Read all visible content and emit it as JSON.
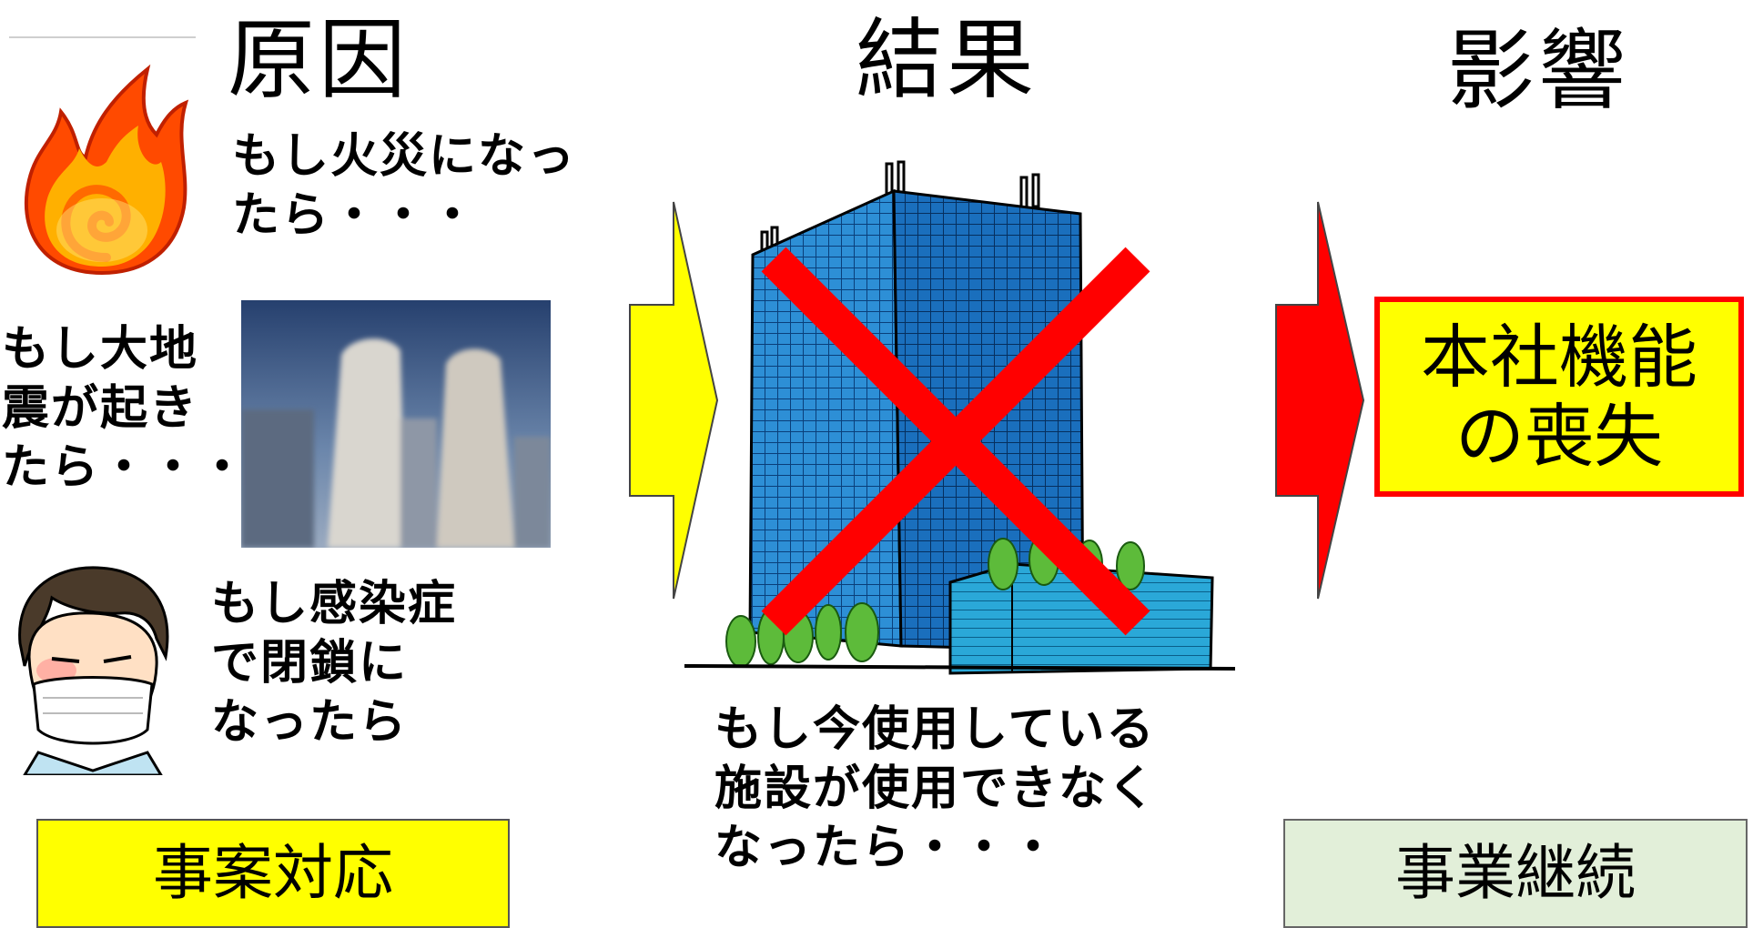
{
  "headings": {
    "cause": "原因",
    "result": "結果",
    "impact": "影響"
  },
  "causes": {
    "fire": [
      "もし火災になっ",
      "たら・・・"
    ],
    "earthquake": [
      "もし大地",
      "震が起き",
      "たら・・・"
    ],
    "infection": [
      "もし感染症",
      "で閉鎖に",
      "なったら"
    ]
  },
  "result_text": [
    "もし今使用している",
    "施設が使用できなく",
    "なったら・・・"
  ],
  "impact_box": [
    "本社機能",
    "の喪失"
  ],
  "footer": {
    "left": "事案対応",
    "right": "事業継続"
  },
  "colors": {
    "arrow_left": "#ffff00",
    "arrow_right": "#ff0000",
    "cross": "#ff0000",
    "impact_border": "#ff0000",
    "footer_left_bg": "#ffff00",
    "footer_right_bg": "#e2efd9"
  },
  "icons": [
    "fire-icon",
    "earthquake-buildings-image",
    "masked-person-icon",
    "office-building-image",
    "cross-mark"
  ]
}
